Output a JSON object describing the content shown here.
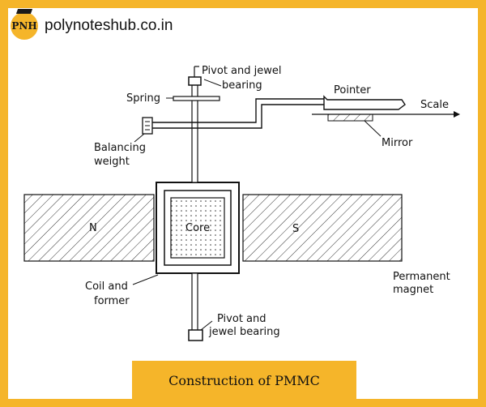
{
  "header": {
    "logo_text": "PNH",
    "site_name": "polynoteshub.co.in"
  },
  "diagram": {
    "labels": {
      "pivot_top": [
        "Pivot and jewel",
        "bearing"
      ],
      "spring": "Spring",
      "pointer": "Pointer",
      "scale": "Scale",
      "mirror": "Mirror",
      "balancing_weight": [
        "Balancing",
        "weight"
      ],
      "north": "N",
      "core": "Core",
      "south": "S",
      "permanent_magnet": [
        "Permanent",
        "magnet"
      ],
      "coil_former": [
        "Coil and",
        "former"
      ],
      "pivot_bottom": [
        "Pivot and",
        "jewel bearing"
      ]
    }
  },
  "caption": "Construction of PMMC",
  "colors": {
    "accent": "#f5b52a",
    "ink": "#111111"
  }
}
